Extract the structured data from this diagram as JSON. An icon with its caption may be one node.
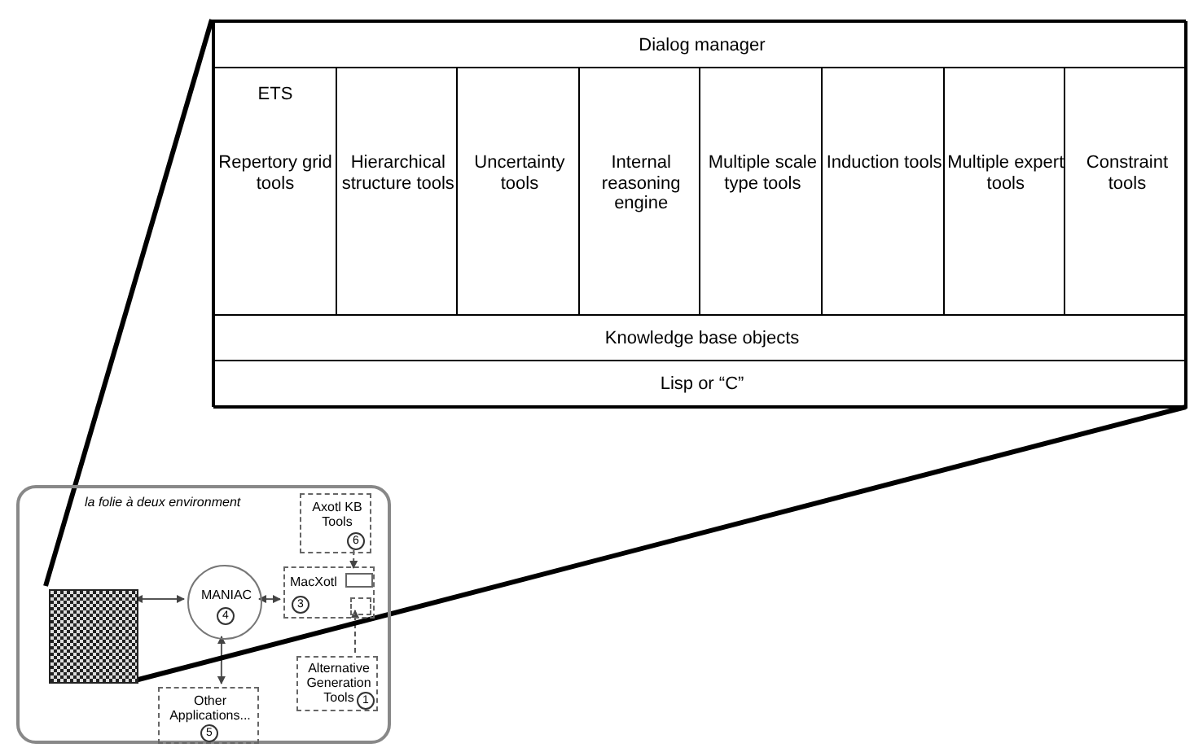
{
  "diagram": {
    "nodes": [
      {
        "text": [
          "la folie à deux environment"
        ]
      },
      {
        "text": [],
        "shape": "box",
        "in": 0
      },
      {
        "text": [
          "MANIAC",
          "4"
        ],
        "in": 0
      },
      {
        "text": [
          "MacXotl",
          "3"
        ],
        "in": 0
      },
      {
        "text": [],
        "shape": "box",
        "in": 3
      },
      {
        "text": [],
        "shape": "box",
        "in": 3
      },
      {
        "text": [
          "Axotl KB Tools",
          "6"
        ],
        "in": 0
      },
      {
        "text": [
          "Alternative Generation Tools",
          "1"
        ],
        "in": 0
      },
      {
        "text": [
          "Other Applications...",
          "5"
        ],
        "in": 0
      },
      {
        "text": [],
        "shape": "box"
      },
      {
        "text": [
          "Dialog manager"
        ],
        "in": 9
      },
      {
        "text": [
          "ETS",
          "Repertory grid tools"
        ],
        "in": 9
      },
      {
        "text": [
          "Hierarchical structure tools"
        ],
        "in": 9
      },
      {
        "text": [
          "Uncertainty tools"
        ],
        "in": 9
      },
      {
        "text": [
          "Internal reasoning engine"
        ],
        "in": 9
      },
      {
        "text": [
          "Multiple scale type tools"
        ],
        "in": 9
      },
      {
        "text": [
          "Induction tools"
        ],
        "in": 9
      },
      {
        "text": [
          "Multiple expert tools"
        ],
        "in": 9
      },
      {
        "text": [
          "Constraint tools"
        ],
        "in": 9
      },
      {
        "text": [
          "Knowledge base objects"
        ],
        "in": 9
      },
      {
        "text": [
          "Lisp or “C”"
        ],
        "in": 9
      }
    ],
    "edges": [
      {
        "from": 1,
        "to": 2,
        "arrow": "both"
      },
      {
        "from": 2,
        "to": 3,
        "arrow": "both"
      },
      {
        "from": 2,
        "to": 8,
        "arrow": "both"
      },
      {
        "from": 6,
        "to": 4,
        "arrow": "to",
        "style": "dashed"
      },
      {
        "from": 7,
        "to": 5,
        "arrow": "to",
        "style": "dashed"
      },
      {
        "from": 1,
        "to": 9,
        "arrow": "none",
        "style": "thick"
      },
      {
        "from": 1,
        "to": 9,
        "arrow": "none",
        "style": "thick"
      }
    ]
  }
}
